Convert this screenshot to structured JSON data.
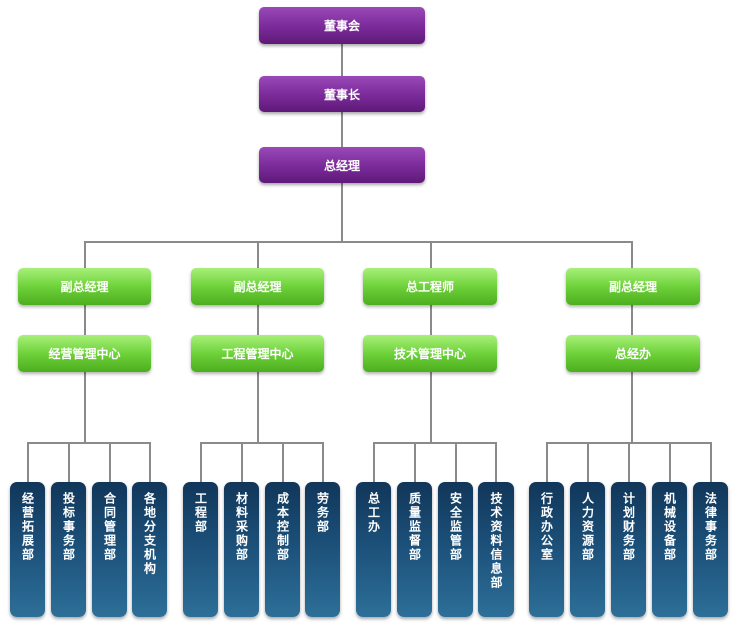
{
  "top": [
    {
      "id": "board",
      "label": "董事会"
    },
    {
      "id": "chairman",
      "label": "董事长"
    },
    {
      "id": "gm",
      "label": "总经理"
    }
  ],
  "branches": [
    {
      "manager": "副总经理",
      "center": "经营管理中心",
      "depts": [
        "经营拓展部",
        "投标事务部",
        "合同管理部",
        "各地分支机构"
      ]
    },
    {
      "manager": "副总经理",
      "center": "工程管理中心",
      "depts": [
        "工程部",
        "材料采购部",
        "成本控制部",
        "劳务部"
      ]
    },
    {
      "manager": "总工程师",
      "center": "技术管理中心",
      "depts": [
        "总工办",
        "质量监督部",
        "安全监管部",
        "技术资料信息部"
      ]
    },
    {
      "manager": "副总经理",
      "center": "总经办",
      "depts": [
        "行政办公室",
        "人力资源部",
        "计划财务部",
        "机械设备部",
        "法律事务部"
      ]
    }
  ],
  "colors": {
    "top": "#7a2a98",
    "middle": "#6ed23a",
    "dept": "#1b4f78",
    "line": "#8a8a8a"
  }
}
